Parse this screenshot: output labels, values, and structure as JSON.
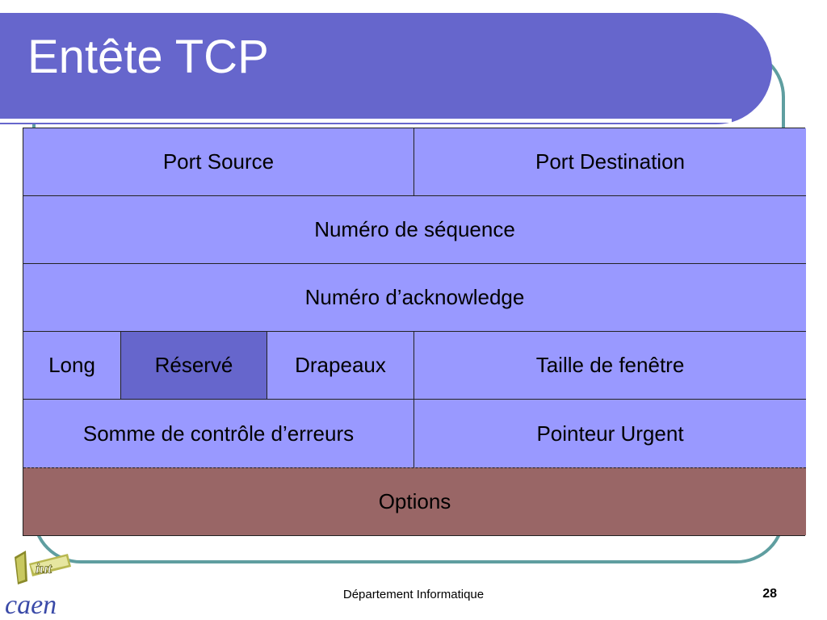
{
  "slide": {
    "title": "Entête TCP",
    "footer": "Département Informatique",
    "page_number": "28"
  },
  "logo": {
    "letters": "iut",
    "wordmark": "caen"
  },
  "tcp_header": {
    "row1": {
      "port_source": "Port Source",
      "port_destination": "Port Destination"
    },
    "row2": {
      "sequence_number": "Numéro de séquence"
    },
    "row3": {
      "ack_number": "Numéro d’acknowledge"
    },
    "row4": {
      "length": "Long",
      "reserved": "Réservé",
      "flags": "Drapeaux",
      "window_size": "Taille de fenêtre"
    },
    "row5": {
      "checksum": "Somme de contrôle d’erreurs",
      "urgent_pointer": "Pointeur Urgent"
    },
    "row6": {
      "options": "Options"
    }
  },
  "colors": {
    "banner": "#6666cc",
    "frame": "#5f9ea0",
    "field": "#9999ff",
    "reserved_field": "#6666cc",
    "options_field": "#996666"
  }
}
